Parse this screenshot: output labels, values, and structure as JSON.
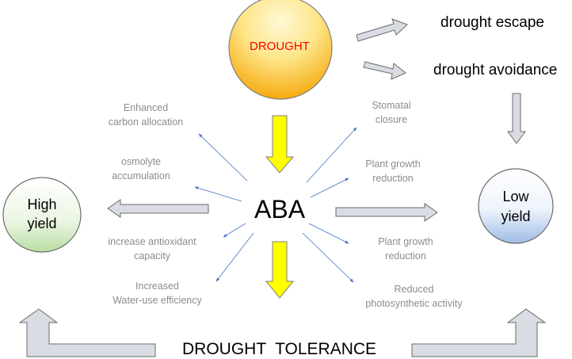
{
  "nodes": {
    "drought": "DROUGHT",
    "aba": "ABA",
    "high_yield": "High\nyield",
    "low_yield": "Low\nyield",
    "drought_escape": "drought escape",
    "drought_avoidance": "drought avoidance",
    "drought_tolerance": "DROUGHT  TOLERANCE"
  },
  "left_effects": [
    "Enhanced\ncarbon allocation",
    "osmolyte\naccumulation",
    "increase antioxidant\ncapacity",
    "Increased\nWater-use efficiency"
  ],
  "right_effects": [
    "Stomatal\nclosure",
    "Plant growth\nreduction",
    "Plant growth\nreduction",
    "Reduced\nphotosynthetic activity"
  ],
  "colors": {
    "drought_text": "#ff0000",
    "drought_fill_top": "#fde9a0",
    "drought_fill_bottom": "#f5a800",
    "yellow_arrow": "#ffff00",
    "gray_arrow": "#d9dce3",
    "thin_arrow": "#4472c4",
    "high_yield_fill": "#cfe8c0",
    "low_yield_fill": "#b8cdea",
    "effect_text": "#8c8c8c"
  }
}
